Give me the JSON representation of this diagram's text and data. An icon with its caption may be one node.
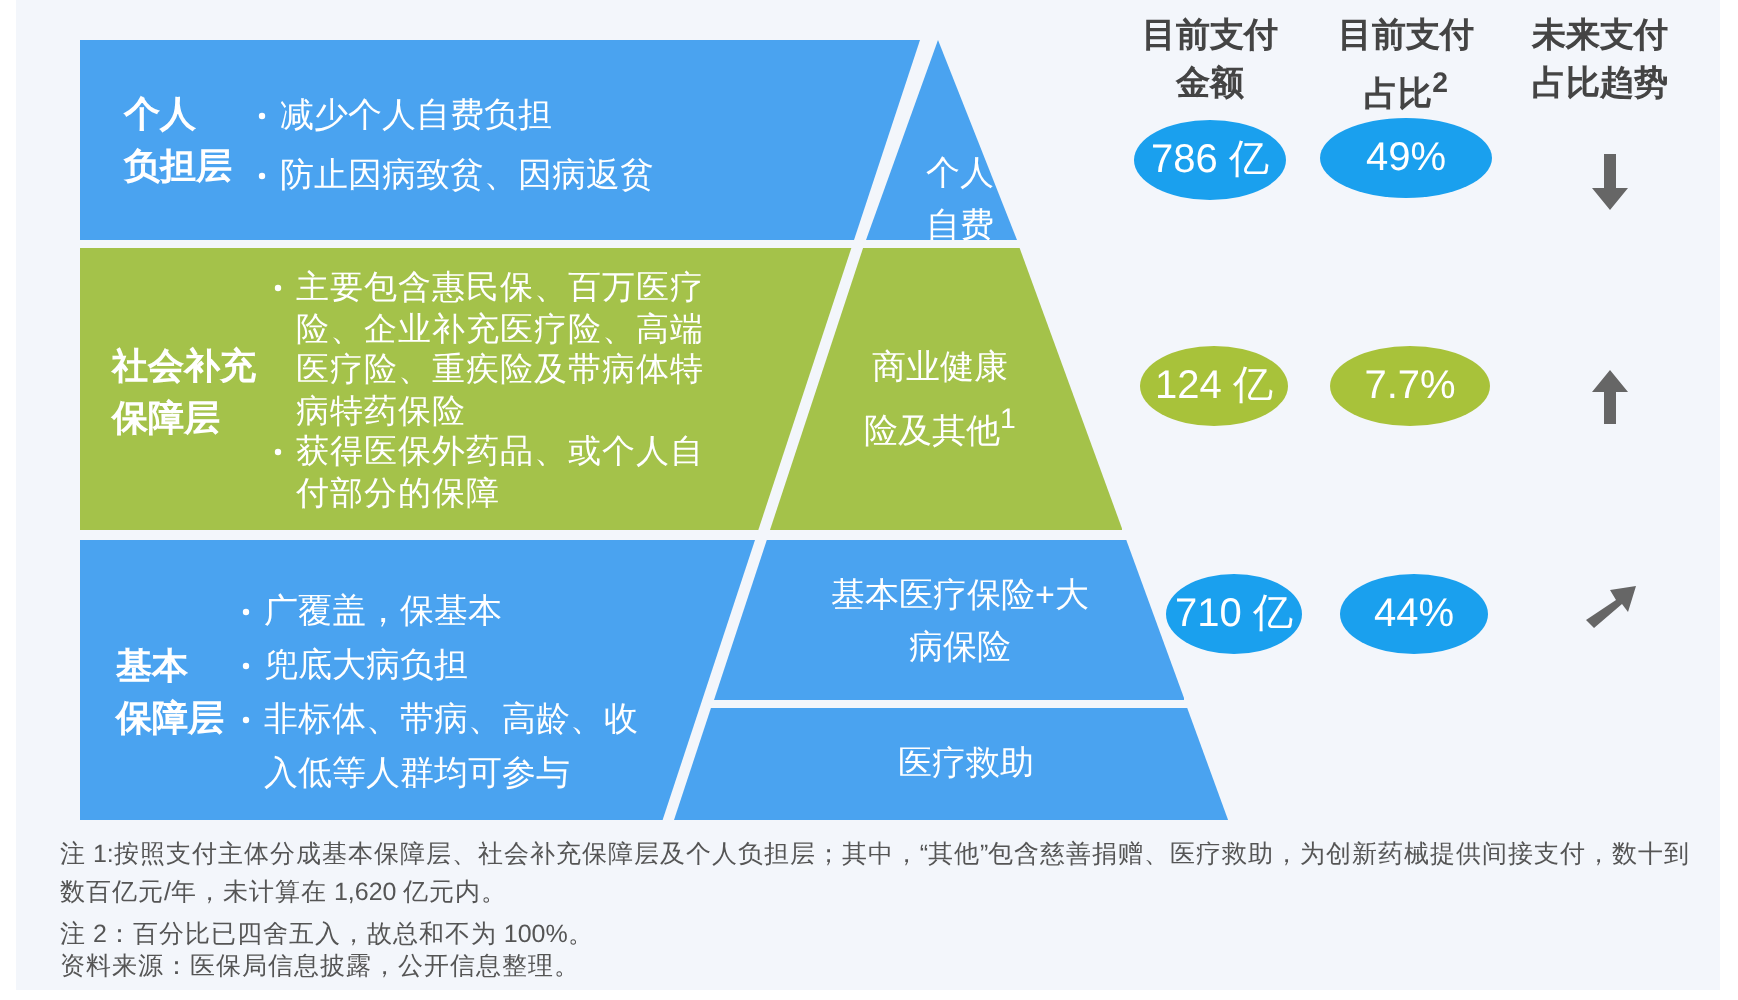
{
  "diagram": {
    "nodes": [
      {
        "text": [
          "个人负担层",
          "减少个人自费负担",
          "防止因病致贫、因病返贫"
        ]
      },
      {
        "text": [
          "社会补充保障层",
          "主要包含惠民保、百万医疗险、企业补充医疗险、高端医疗险、重疾险及带病体特病特药保险",
          "获得医保外药品、或个人自付部分的保障"
        ]
      },
      {
        "text": [
          "基本保障层",
          "广覆盖，保基本",
          "兜底大病负担",
          "非标体、带病、高龄、收入低等人群均可参与"
        ]
      },
      {
        "text": [
          "个人自费"
        ]
      },
      {
        "text": [
          "商业健康险及其他$^{1}$"
        ]
      },
      {
        "text": [
          "基本医疗保险+大病保险"
        ]
      },
      {
        "text": [
          "医疗救助"
        ]
      },
      {
        "text": [
          "786 亿"
        ]
      },
      {
        "text": [
          "49%"
        ]
      },
      {
        "text": [
          "124 亿"
        ]
      },
      {
        "text": [
          "7.7%"
        ]
      },
      {
        "text": [
          "710 亿"
        ]
      },
      {
        "text": [
          "44%"
        ]
      }
    ],
    "edges": [],
    "labels": [
      "目前支付金额",
      "目前支付占比$^{2}$",
      "未来支付占比趋势",
      "注 1:按照支付主体分成基本保障层、社会补充保障层及个人负担层；其中，“其他”包含慈善捐赠、医疗救助，为创新药械提供间接支付，数十到数百亿元/年，未计算在 1,620 亿元内。",
      "注 2：百分比已四舍五入，故总和不为 100%。",
      "资料来源：医保局信息披露，公开信息整理。"
    ]
  }
}
